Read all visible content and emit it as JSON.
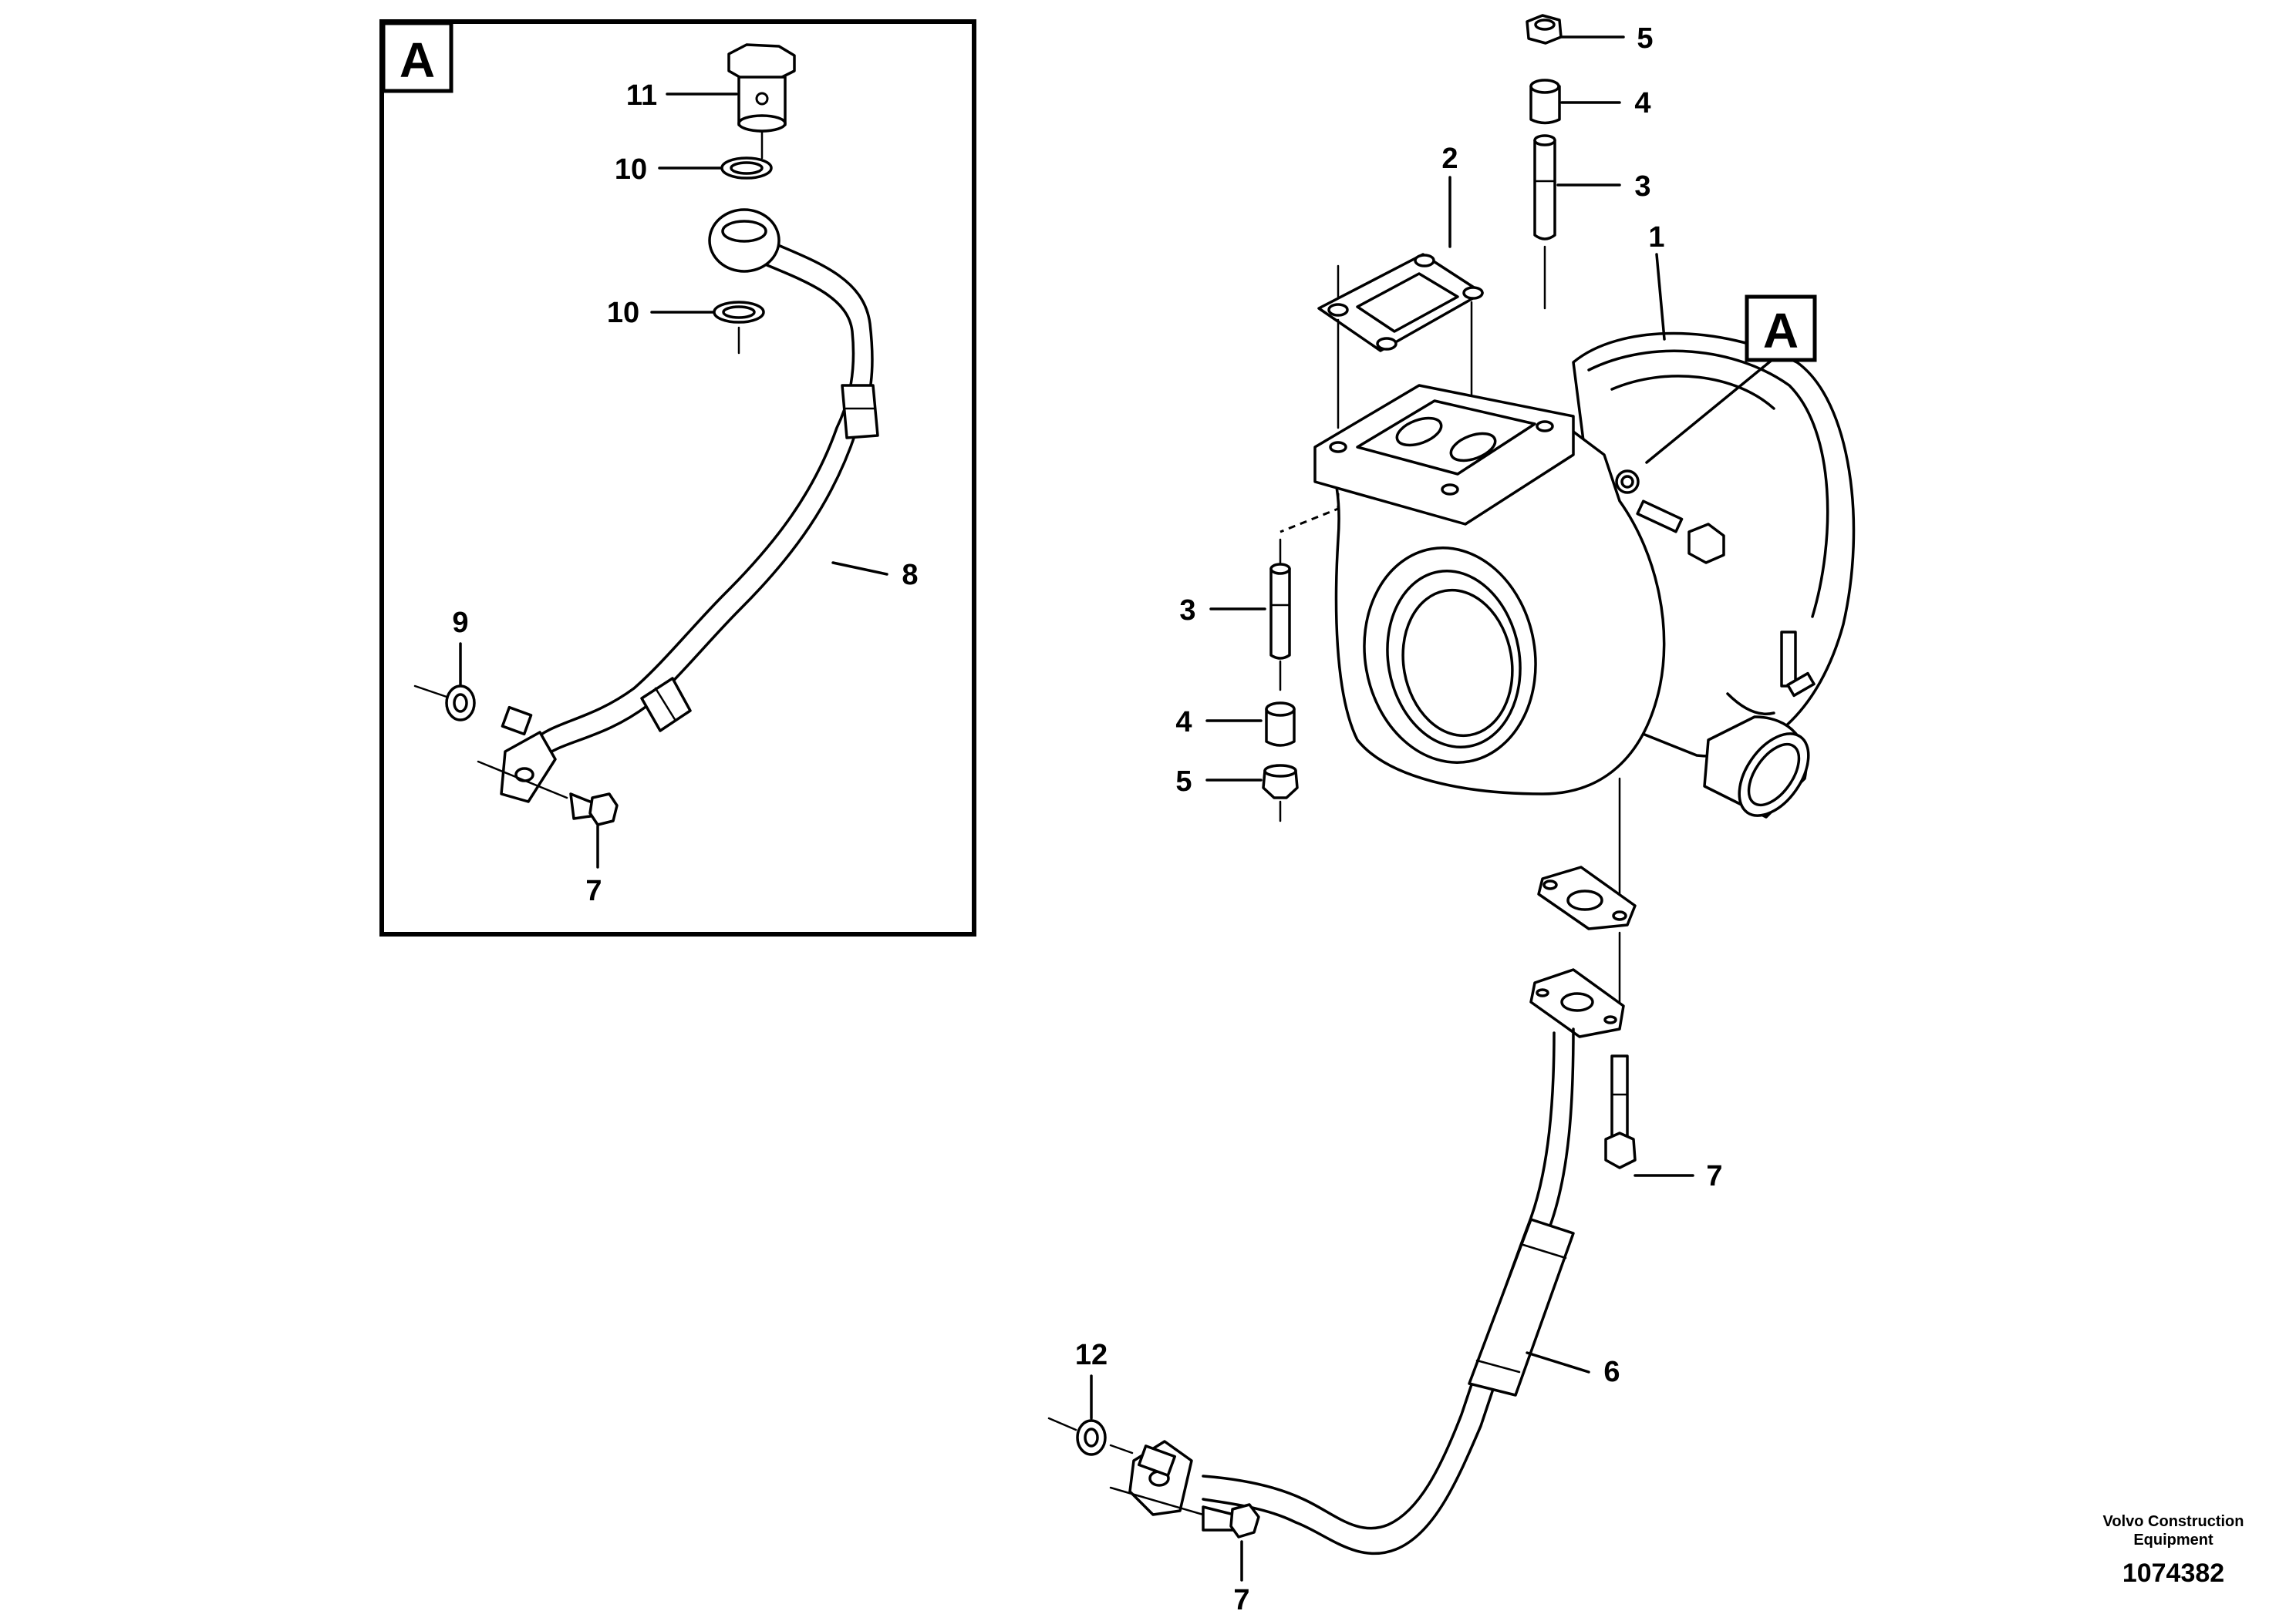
{
  "callouts": {
    "detail_a": {
      "box_letter": "A",
      "c11": "11",
      "c10_top": "10",
      "c10_bottom": "10",
      "c8": "8",
      "c9": "9",
      "c7": "7"
    },
    "main": {
      "c5_top": "5",
      "c4_top": "4",
      "c3_top": "3",
      "c2": "2",
      "c1": "1",
      "detail_ref": "A",
      "c3_left": "3",
      "c4_left": "4",
      "c5_left": "5",
      "c7_right": "7",
      "c6": "6",
      "c12": "12",
      "c7_bottom": "7"
    }
  },
  "footer": {
    "company_line1": "Volvo Construction",
    "company_line2": "Equipment",
    "drawing_number": "1074382"
  }
}
